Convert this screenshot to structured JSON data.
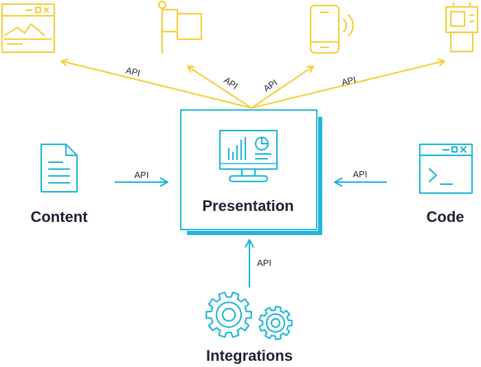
{
  "colors": {
    "yellow": "#f5cf3a",
    "cyan": "#1fb6da",
    "text": "#1f2233"
  },
  "nodes": {
    "content": "Content",
    "presentation": "Presentation",
    "code": "Code",
    "integrations": "Integrations"
  },
  "api_labels": {
    "content_to_presentation": "API",
    "code_to_presentation": "API",
    "integrations_to_presentation": "API",
    "to_web": "API",
    "to_kiosk": "API",
    "to_mobile": "API",
    "to_watch": "API"
  },
  "icons": {
    "channels": [
      "browser-window-icon",
      "kiosk-flag-icon",
      "mobile-phone-icon",
      "smartwatch-icon"
    ],
    "content": "document-icon",
    "presentation": "monitor-dashboard-icon",
    "code": "terminal-window-icon",
    "integrations": "gears-icon"
  }
}
